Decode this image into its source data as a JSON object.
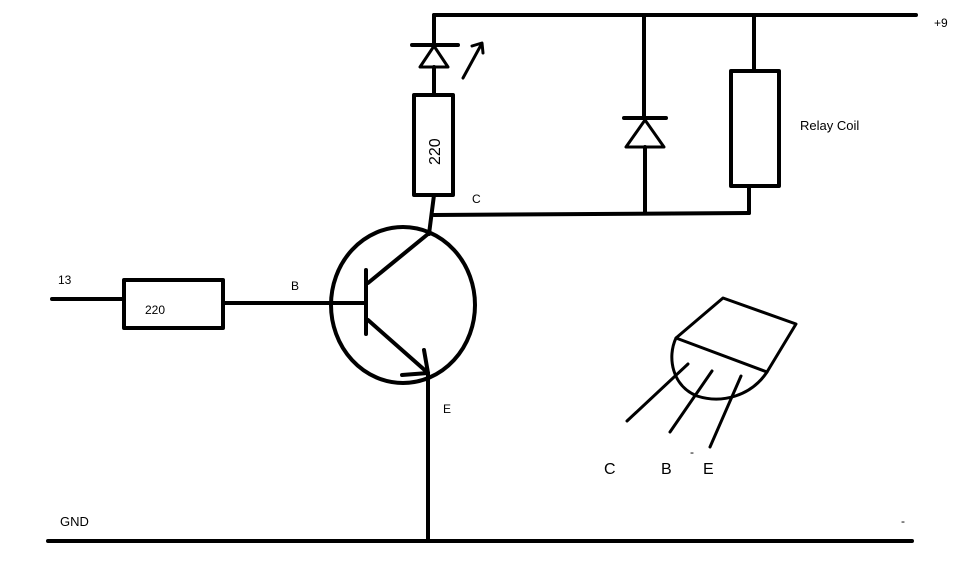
{
  "labels": {
    "supply": "+9",
    "ground": "GND",
    "minus": "-",
    "input_pin": "13",
    "base_resistor": "220",
    "led_resistor": "220",
    "base": "B",
    "collector": "C",
    "emitter": "E",
    "relay": "Relay Coil"
  },
  "pinout": {
    "pins": [
      "C",
      "B",
      "E"
    ],
    "mark": "-"
  }
}
